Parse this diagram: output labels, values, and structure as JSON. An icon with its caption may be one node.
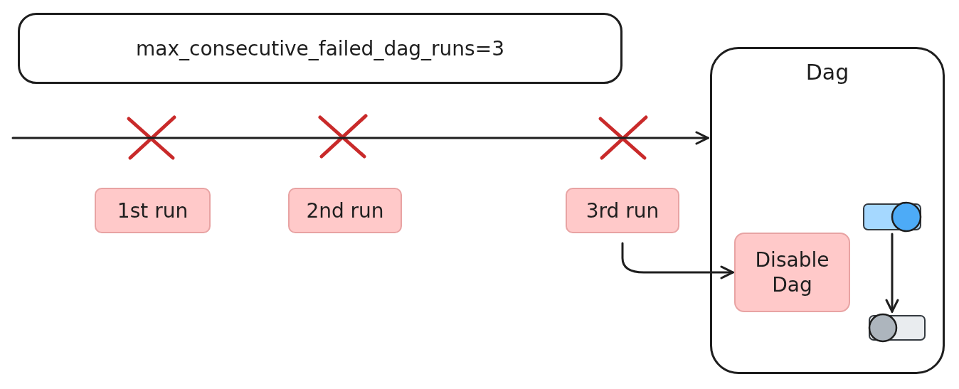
{
  "diagram": {
    "nodes": [
      {
        "text": [
          "max_consecutive_failed_dag_runs=3"
        ]
      },
      {
        "text": [
          "1st run"
        ]
      },
      {
        "text": [
          "2nd run"
        ]
      },
      {
        "text": [
          "3rd run"
        ]
      },
      {
        "text": [
          "Dag"
        ]
      },
      {
        "text": [
          "Disable Dag"
        ],
        "in": 4
      },
      {
        "text": [],
        "shape": "box",
        "in": 4
      },
      {
        "text": [],
        "shape": "box",
        "in": 4
      }
    ],
    "edges": [
      {
        "from": null,
        "to": 4,
        "arrow": "to"
      },
      {
        "from": 3,
        "to": 5,
        "arrow": "to"
      },
      {
        "from": 6,
        "to": 7,
        "arrow": "to"
      }
    ]
  }
}
